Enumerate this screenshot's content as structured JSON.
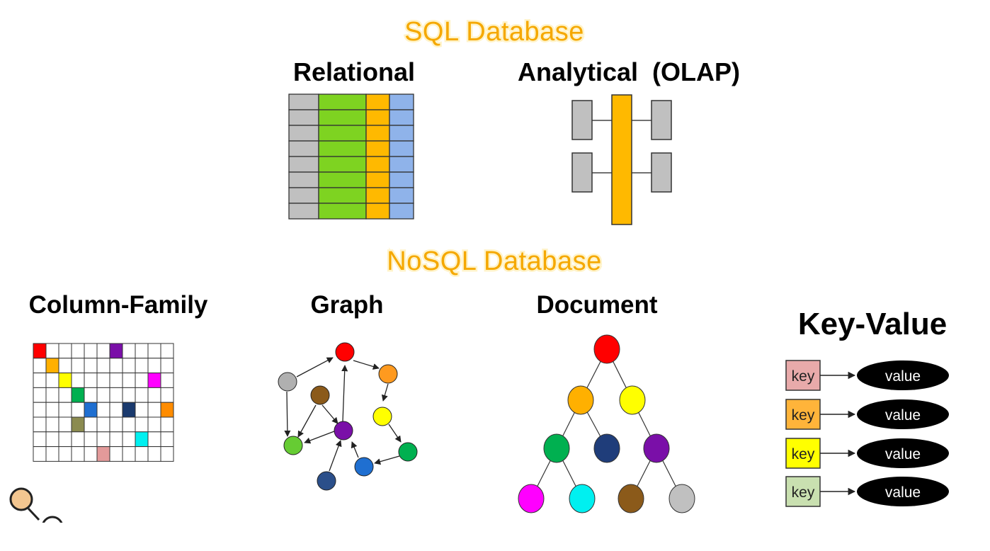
{
  "sql": {
    "title": "SQL Database",
    "relational": {
      "label": "Relational",
      "column_colors": [
        "#c0c0c0",
        "#7ed321",
        "#ffb900",
        "#8fb3ea"
      ]
    },
    "analytical": {
      "label": "Analytical  (OLAP)",
      "fact_color": "#ffb900",
      "dimension_color": "#c0c0c0"
    }
  },
  "nosql": {
    "title": "NoSQL Database",
    "column_family": {
      "label": "Column-Family",
      "filled_cells": [
        {
          "row": 0,
          "col": 0,
          "color": "#ff0000"
        },
        {
          "row": 0,
          "col": 6,
          "color": "#7a0fa8"
        },
        {
          "row": 1,
          "col": 1,
          "color": "#ffb000"
        },
        {
          "row": 2,
          "col": 2,
          "color": "#ffff00"
        },
        {
          "row": 2,
          "col": 9,
          "color": "#ff00ff"
        },
        {
          "row": 3,
          "col": 3,
          "color": "#00b050"
        },
        {
          "row": 4,
          "col": 4,
          "color": "#1f6fd1"
        },
        {
          "row": 4,
          "col": 7,
          "color": "#1a3a6e"
        },
        {
          "row": 4,
          "col": 10,
          "color": "#ff8c00"
        },
        {
          "row": 5,
          "col": 3,
          "color": "#8b8b50"
        },
        {
          "row": 6,
          "col": 8,
          "color": "#00f0f0"
        },
        {
          "row": 7,
          "col": 5,
          "color": "#e39a9a"
        }
      ]
    },
    "graph": {
      "label": "Graph",
      "nodes": [
        {
          "id": "red",
          "color": "#ff0000"
        },
        {
          "id": "gray",
          "color": "#b0b0b0"
        },
        {
          "id": "orange",
          "color": "#ff9a1f"
        },
        {
          "id": "brown",
          "color": "#8b5a1a"
        },
        {
          "id": "yellow",
          "color": "#ffff00"
        },
        {
          "id": "purple",
          "color": "#7a0fa8"
        },
        {
          "id": "green-left",
          "color": "#66cc33"
        },
        {
          "id": "green-right",
          "color": "#00b050"
        },
        {
          "id": "blue",
          "color": "#1f6fd1"
        },
        {
          "id": "navy",
          "color": "#2b4f8a"
        }
      ]
    },
    "document": {
      "label": "Document",
      "nodes": [
        {
          "id": "root",
          "color": "#ff0000"
        },
        {
          "id": "l1-left",
          "color": "#ffb000"
        },
        {
          "id": "l1-right",
          "color": "#ffff00"
        },
        {
          "id": "l2-a",
          "color": "#00b050"
        },
        {
          "id": "l2-b",
          "color": "#1f3d7a"
        },
        {
          "id": "l2-c",
          "color": "#7a0fa8"
        },
        {
          "id": "l3-a",
          "color": "#ff00ff"
        },
        {
          "id": "l3-b",
          "color": "#00f0f0"
        },
        {
          "id": "l3-c",
          "color": "#8b5a1a"
        },
        {
          "id": "l3-d",
          "color": "#c0c0c0"
        }
      ]
    },
    "key_value": {
      "label": "Key-Value",
      "pairs": [
        {
          "key": "key",
          "value": "value",
          "key_color": "#e8aaaa"
        },
        {
          "key": "key",
          "value": "value",
          "key_color": "#ffb43a"
        },
        {
          "key": "key",
          "value": "value",
          "key_color": "#ffff00"
        },
        {
          "key": "key",
          "value": "value",
          "key_color": "#c9e0b0"
        }
      ]
    }
  }
}
